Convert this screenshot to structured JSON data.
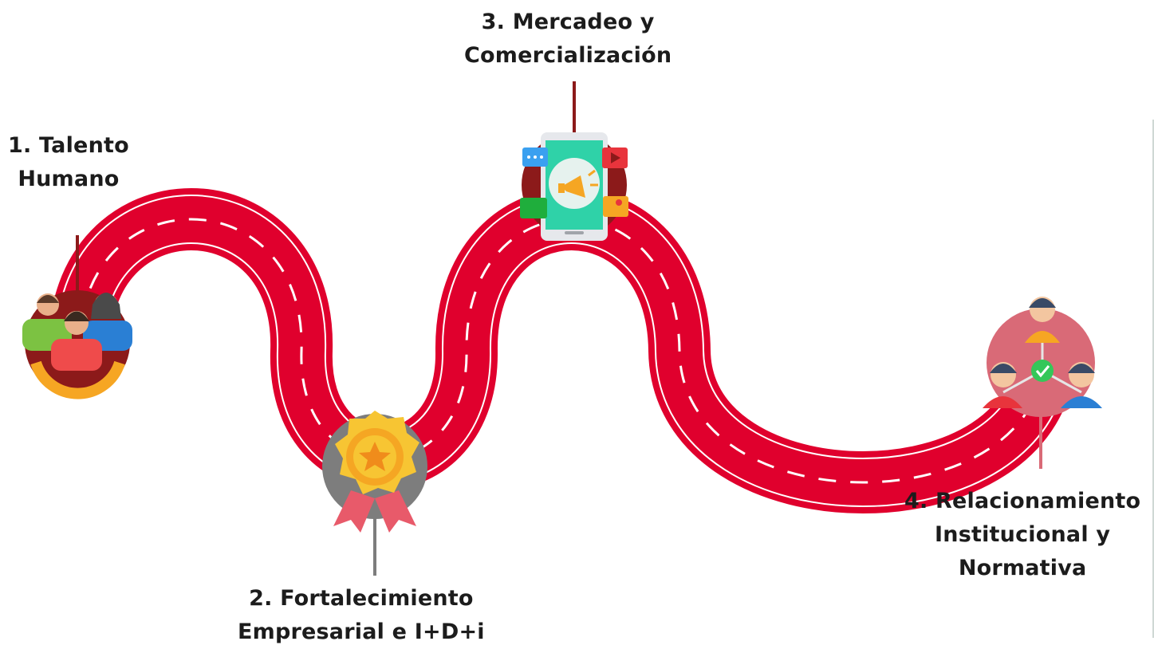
{
  "steps": [
    {
      "line1": "1. Talento",
      "line2": "Humano",
      "icon": "team-people-icon"
    },
    {
      "line1": "2. Fortalecimiento",
      "line2": "Empresarial e I+D+i",
      "icon": "award-medal-icon"
    },
    {
      "line1": "3. Mercadeo y",
      "line2": "Comercialización",
      "icon": "marketing-phone-icon"
    },
    {
      "line1": "4. Relacionamiento",
      "line2": "Institucional y",
      "line3": "Normativa",
      "icon": "network-people-icon"
    }
  ],
  "colors": {
    "road": "#e0002d",
    "dash": "#ffffff",
    "pin_dark": "#8c1a1a",
    "pin_gray": "#7d7d7d",
    "pin_pink": "#d96a77",
    "text": "#1c1c1c"
  }
}
